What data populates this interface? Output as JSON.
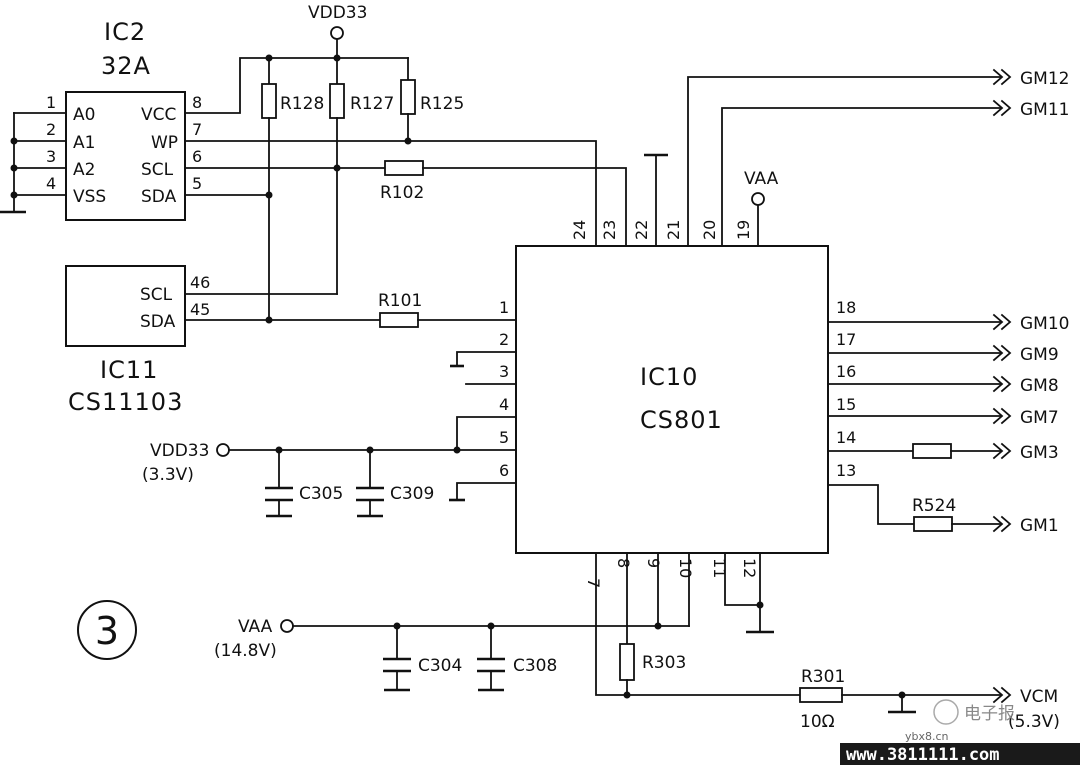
{
  "ic2": {
    "ref": "IC2",
    "part": "32A",
    "left_pins": [
      {
        "num": "1",
        "name": "A0"
      },
      {
        "num": "2",
        "name": "A1"
      },
      {
        "num": "3",
        "name": "A2"
      },
      {
        "num": "4",
        "name": "VSS"
      }
    ],
    "right_pins": [
      {
        "num": "8",
        "name": "VCC"
      },
      {
        "num": "7",
        "name": "WP"
      },
      {
        "num": "6",
        "name": "SCL"
      },
      {
        "num": "5",
        "name": "SDA"
      }
    ]
  },
  "ic11": {
    "ref": "IC11",
    "part": "CS11103",
    "pins": [
      {
        "num": "46",
        "name": "SCL"
      },
      {
        "num": "45",
        "name": "SDA"
      }
    ]
  },
  "ic10": {
    "ref": "IC10",
    "part": "CS801",
    "left_pins": [
      "1",
      "2",
      "3",
      "4",
      "5",
      "6"
    ],
    "right_pins": [
      "18",
      "17",
      "16",
      "15",
      "14",
      "13"
    ],
    "top_pins": [
      "24",
      "23",
      "22",
      "21",
      "20",
      "19"
    ],
    "bottom_pins": [
      "7",
      "8",
      "9",
      "10",
      "11",
      "12"
    ]
  },
  "nets": {
    "vdd33_top": "VDD33",
    "vdd33_left": "VDD33",
    "vdd33_voltage": "(3.3V)",
    "vaa_top": "VAA",
    "vaa_left": "VAA",
    "vaa_voltage": "(14.8V)",
    "vcm": "VCM",
    "vcm_voltage": "(5.3V)"
  },
  "outputs": [
    "GM12",
    "GM11",
    "GM10",
    "GM9",
    "GM8",
    "GM7",
    "GM3",
    "GM1"
  ],
  "resistors": {
    "r128": "R128",
    "r127": "R127",
    "r125": "R125",
    "r102": "R102",
    "r101": "R101",
    "r524": "R524",
    "r303": "R303",
    "r301": "R301",
    "r301_value": "10Ω"
  },
  "capacitors": {
    "c305": "C305",
    "c309": "C309",
    "c304": "C304",
    "c308": "C308"
  },
  "figure_number": "3",
  "watermark": {
    "brand": "电子报",
    "site_small": "ybx8.cn",
    "site": "www.3811111.com"
  }
}
